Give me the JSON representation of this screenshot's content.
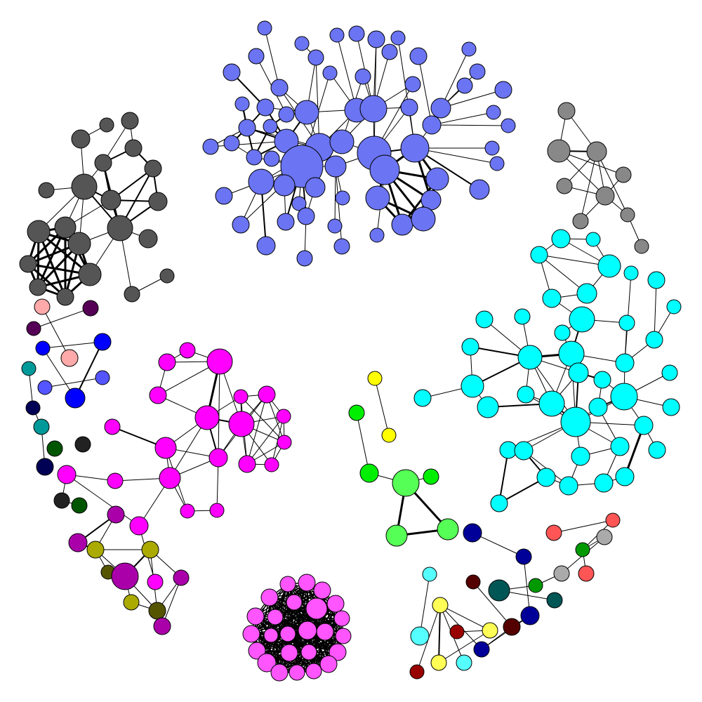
{
  "graph": {
    "background": "#ffffff",
    "edge_color": "#000000",
    "node_outline": "#000000",
    "communities": [
      {
        "id": "periwinkle",
        "color": "#6b74f2"
      },
      {
        "id": "dark-gray",
        "color": "#555555"
      },
      {
        "id": "gray",
        "color": "#888888"
      },
      {
        "id": "cyan",
        "color": "#00ffff"
      },
      {
        "id": "magenta",
        "color": "#ff00ff"
      },
      {
        "id": "pink",
        "color": "#ff55ff"
      },
      {
        "id": "green",
        "color": "#55ff55"
      },
      {
        "id": "olive",
        "color": "#aaaa00"
      },
      {
        "id": "purple",
        "color": "#aa00aa"
      },
      {
        "id": "misc",
        "color": "#000088"
      }
    ]
  }
}
